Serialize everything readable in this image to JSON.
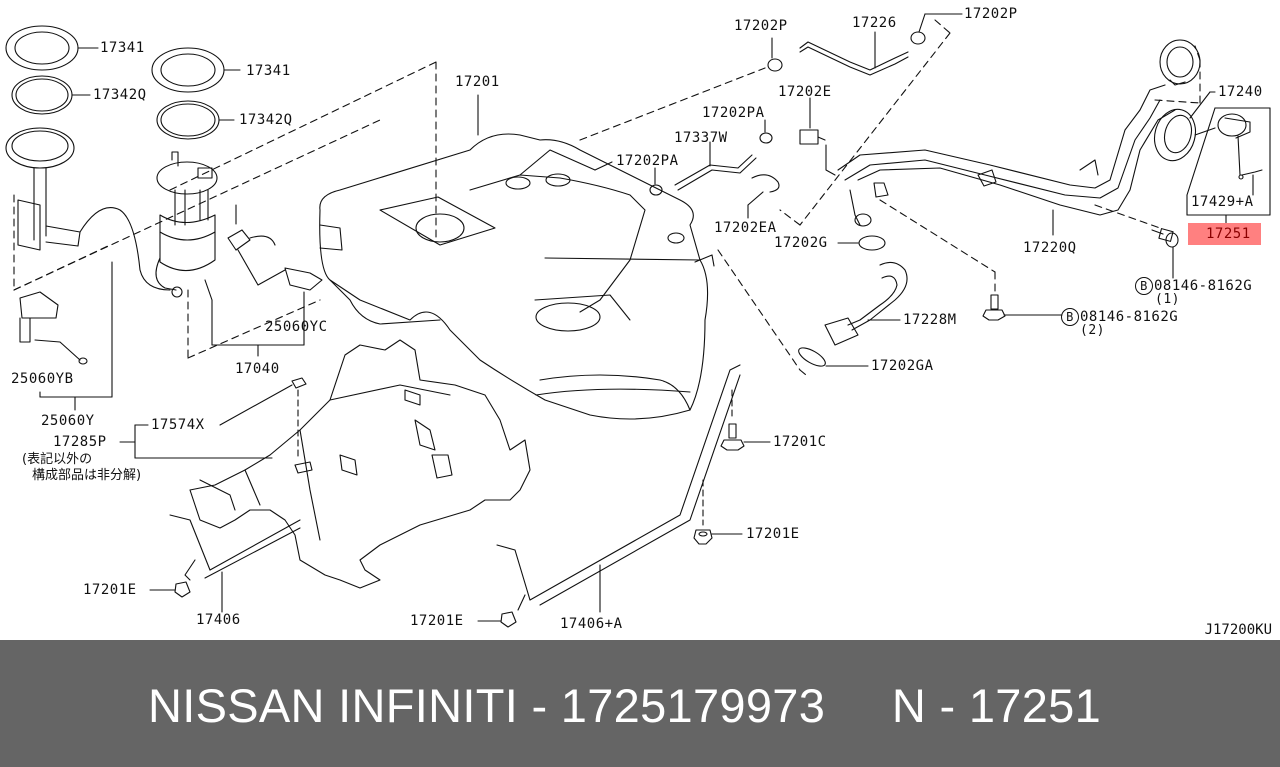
{
  "diagram": {
    "code": "J17200KU",
    "highlight_color": "#ff8080",
    "highlighted_part": "17251",
    "labels": {
      "p17341_a": "17341",
      "p17341_b": "17341",
      "p17342q_a": "17342Q",
      "p17342q_b": "17342Q",
      "p25060yb": "25060YB",
      "p25060y": "25060Y",
      "p25060yc": "25060YC",
      "p17040": "17040",
      "p17574x": "17574X",
      "p17285p": "17285P",
      "p17201": "17201",
      "p17202p_a": "17202P",
      "p17202p_b": "17202P",
      "p17226": "17226",
      "p17202e": "17202E",
      "p17202pa_a": "17202PA",
      "p17202pa_b": "17202PA",
      "p17337w": "17337W",
      "p17202ea": "17202EA",
      "p17202g": "17202G",
      "p17220q": "17220Q",
      "p17240": "17240",
      "p17429a": "17429+A",
      "p17251": "17251",
      "bolt1_code": "08146-8162G",
      "bolt1_qty": "(1)",
      "bolt2_code": "08146-8162G",
      "bolt2_qty": "(2)",
      "bolt_symbol": "B",
      "p17228m": "17228M",
      "p17202ga": "17202GA",
      "p17201c": "17201C",
      "p17201e_a": "17201E",
      "p17201e_b": "17201E",
      "p17201e_c": "17201E",
      "p17406": "17406",
      "p17406a": "17406+A"
    },
    "note_line1": "(表記以外の",
    "note_line2": "構成部品は非分解)"
  },
  "banner": {
    "text": "NISSAN INFINITI - 1725179973     N - 17251",
    "background": "#656565",
    "color": "#ffffff"
  }
}
